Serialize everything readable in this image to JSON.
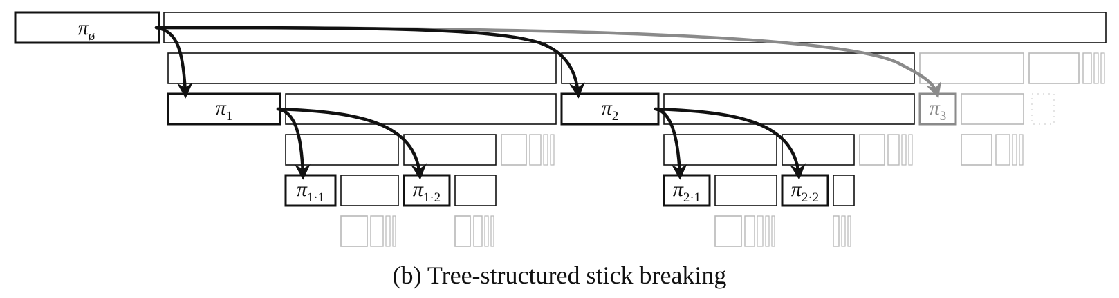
{
  "caption": "(b) Tree-structured stick breaking",
  "nodes": {
    "root": {
      "symbol": "π",
      "subscript": "ø"
    },
    "n1": {
      "symbol": "π",
      "subscript": "1"
    },
    "n2": {
      "symbol": "π",
      "subscript": "2"
    },
    "n3": {
      "symbol": "π",
      "subscript": "3"
    },
    "n11": {
      "symbol": "π",
      "subscript": "1·1"
    },
    "n12": {
      "symbol": "π",
      "subscript": "1·2"
    },
    "n21": {
      "symbol": "π",
      "subscript": "2·1"
    },
    "n22": {
      "symbol": "π",
      "subscript": "2·2"
    }
  },
  "colors": {
    "ink": "#111111",
    "faded": "#8a8a8a",
    "faint": "#b8b8b8",
    "veryFaint": "#d2d2d2"
  }
}
